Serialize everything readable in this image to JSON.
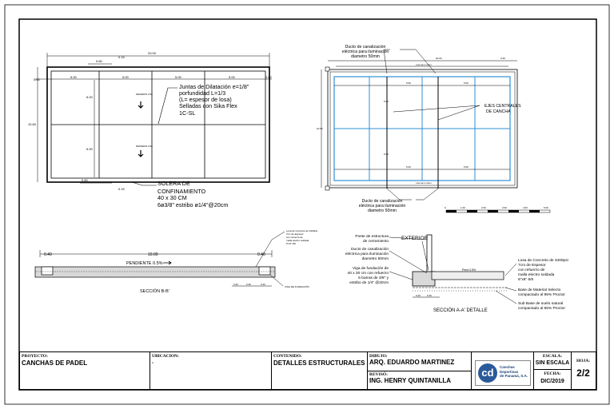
{
  "plan_left": {
    "dims": {
      "total_length": "20.00",
      "top_small": "0.60",
      "mid_small": "0.15",
      "side_left": "0.60",
      "side_right": "0.60",
      "seg1": "5.00",
      "seg2": "5.00",
      "seg3": "5.00",
      "seg4": "5.00",
      "height_total": "10.60",
      "half_upper": "5.00",
      "half_lower": "5.00",
      "bottom_small": "0.60",
      "bottom_mid": "0.15"
    },
    "slope_marks": [
      "PENDIENTE 0.5%",
      "PENDIENTE 0.5%"
    ],
    "joint_note": [
      "Juntas de Dilatación e=1/8\"",
      "porfundidad L=1/3",
      "(L= espesor de losa)",
      "Selladas con Sika Flex",
      "1C-SL"
    ],
    "solera_note": [
      "SOLERA DE",
      "CONFINAMIENTO",
      "40 x 30 CM",
      "6ø3/8\" estribo ø1/4\"@20cm"
    ]
  },
  "plan_right": {
    "duct_top": [
      "Ducto de canalización",
      "eléctrica para iluminación",
      "diametro 50mm"
    ],
    "duct_bottom": [
      "Ducto de canalización",
      "eléctrica para iluminación",
      "diametro 50mm"
    ],
    "axes_note": [
      "EJES CENTRALES",
      "DE CANCHA"
    ],
    "dims": {
      "top_total": "20.00",
      "top_inner": "CANCHA DE PADEL",
      "top_small": "0.40",
      "row1_a": "5.00",
      "row1_b": "5.00",
      "row2_a": "5.00",
      "row2_b": "5.00",
      "side_a": "5.00",
      "side_b": "5.00",
      "left_total": "10.00",
      "bottom_inner": "CANCHA DE PADEL"
    },
    "scale_ticks": [
      "0",
      "1.00",
      "2.00",
      "3.00",
      "4.00",
      "5.00"
    ]
  },
  "section_bb": {
    "left_dim": "0.40",
    "mid_dim": "10.00",
    "right_dim": "0.40",
    "slope": "PENDIENTE 0.5%",
    "title": "SECCIÓN B-B'",
    "note_slab": [
      "Losa de Concreto de 3400psi",
      "7cm de Espesor",
      "con refuerzo de",
      "malla electro soldada",
      "6\"x6\" 6/6"
    ],
    "note_beam": "VIGA DE FUNDACIÓN",
    "small_dims": [
      "0.40",
      "0.30",
      "0.40"
    ]
  },
  "section_aa": {
    "exterior": "EXTERIOR",
    "post_note": [
      "Poste de estructura",
      "de cerramiento"
    ],
    "duct_note": [
      "Ducto de canalización",
      "eléctrica para iluminación",
      "diametro 50mm"
    ],
    "beam_note": [
      "Viga de fundación de",
      "40 x 30 cm con refuerzo",
      "6 barras de 3/8\" y",
      "estribo de 1/4\" @20cm"
    ],
    "slab_note": [
      "Losa de Concreto de 3400psi",
      "7cm de Espesor",
      "con refuerzo de",
      "malla electro soldada",
      "6\"x6\" 6/6"
    ],
    "base_note": [
      "Base de Material Selecto",
      "compactado al 95% Proctor"
    ],
    "subbase_note": [
      "Sub Base de suelo natural",
      "compactado al 95% Proctor"
    ],
    "slope": "Pend 0.5%",
    "title": "SECCIÓN A-A' DETALLE",
    "small_dims": [
      "0.40",
      "0.30"
    ]
  },
  "title_block": {
    "proyecto_label": "PROYECTO:",
    "proyecto": "CANCHAS DE PADEL",
    "ubicacion_label": "UBICACION:",
    "ubicacion": "-",
    "contenido_label": "CONTENIDO:",
    "contenido": "DETALLES ESTRUCTURALES",
    "dibujo_label": "DIBUJO:",
    "dibujo": "ARQ. EDUARDO MARTINEZ",
    "reviso_label": "REVISÓ:",
    "reviso": "ING. HENRY QUINTANILLA",
    "logo_text": [
      "Canchas",
      "Deportivas",
      "de Panamá, S.A."
    ],
    "escala_label": "ESCALA:",
    "escala": "SIN ESCALA",
    "fecha_label": "FECHA:",
    "fecha": "DIC/2019",
    "hoja_label": "HOJA:",
    "hoja": "2/2"
  },
  "colors": {
    "line": "#000000",
    "court_blue": "#2f8fd6",
    "fill_gray": "#d9d9d9"
  }
}
